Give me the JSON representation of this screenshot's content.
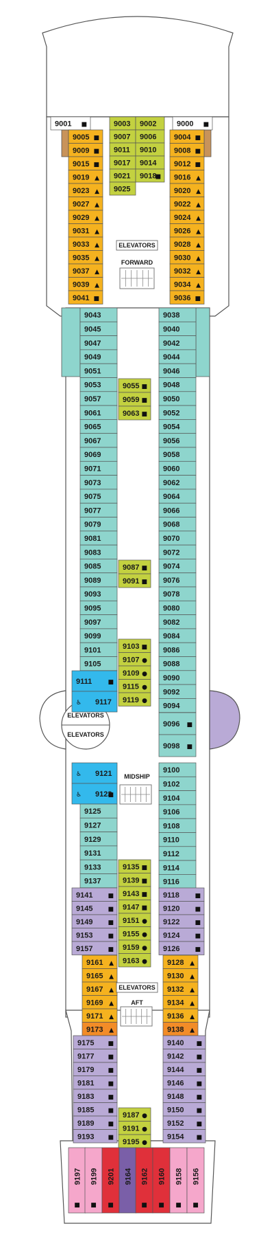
{
  "colors": {
    "orange": "#f5b21f",
    "teal": "#8ed5cd",
    "green": "#c3d140",
    "blue": "#33b9ec",
    "lavender": "#b9aad6",
    "deep_orange": "#f28c28",
    "pink": "#f5a7cb",
    "red": "#e0303a",
    "purple": "#7a5fa8",
    "brown": "#c8935a",
    "light_green": "#dfe9a8",
    "white": "#ffffff",
    "outline": "#555555"
  },
  "labels": {
    "elevators_forward": "ELEVATORS",
    "forward": "FORWARD",
    "elevators_mid_top": "ELEVATORS",
    "elevators_mid_bottom": "ELEVATORS",
    "midship": "MIDSHIP",
    "elevators_aft": "ELEVATORS",
    "aft": "AFT"
  },
  "cabins": [
    {
      "id": "9001",
      "color": "white",
      "icons": "■"
    },
    {
      "id": "9000",
      "color": "white",
      "icons": "■"
    },
    {
      "id": "9003",
      "color": "green",
      "icons": ""
    },
    {
      "id": "9002",
      "color": "green",
      "icons": ""
    },
    {
      "id": "9007",
      "color": "green",
      "icons": ""
    },
    {
      "id": "9006",
      "color": "green",
      "icons": ""
    },
    {
      "id": "9011",
      "color": "green",
      "icons": ""
    },
    {
      "id": "9010",
      "color": "green",
      "icons": ""
    },
    {
      "id": "9017",
      "color": "green",
      "icons": ""
    },
    {
      "id": "9014",
      "color": "green",
      "icons": ""
    },
    {
      "id": "9021",
      "color": "green",
      "icons": ""
    },
    {
      "id": "9018",
      "color": "green",
      "icons": "■"
    },
    {
      "id": "9025",
      "color": "green",
      "icons": ""
    },
    {
      "id": "9005",
      "color": "orange",
      "icons": "■"
    },
    {
      "id": "9009",
      "color": "orange",
      "icons": "■"
    },
    {
      "id": "9015",
      "color": "orange",
      "icons": "■"
    },
    {
      "id": "9019",
      "color": "orange",
      "icons": "▲"
    },
    {
      "id": "9023",
      "color": "orange",
      "icons": "▲"
    },
    {
      "id": "9027",
      "color": "orange",
      "icons": "▲"
    },
    {
      "id": "9029",
      "color": "orange",
      "icons": "▲"
    },
    {
      "id": "9031",
      "color": "orange",
      "icons": "▲"
    },
    {
      "id": "9033",
      "color": "orange",
      "icons": "▲"
    },
    {
      "id": "9035",
      "color": "orange",
      "icons": "▲"
    },
    {
      "id": "9037",
      "color": "orange",
      "icons": "▲"
    },
    {
      "id": "9039",
      "color": "orange",
      "icons": "▲"
    },
    {
      "id": "9041",
      "color": "orange",
      "icons": "■"
    },
    {
      "id": "9004",
      "color": "orange",
      "icons": "■"
    },
    {
      "id": "9008",
      "color": "orange",
      "icons": "■"
    },
    {
      "id": "9012",
      "color": "orange",
      "icons": "■"
    },
    {
      "id": "9016",
      "color": "orange",
      "icons": "▲"
    },
    {
      "id": "9020",
      "color": "orange",
      "icons": "▲"
    },
    {
      "id": "9022",
      "color": "orange",
      "icons": "▲"
    },
    {
      "id": "9024",
      "color": "orange",
      "icons": "▲"
    },
    {
      "id": "9026",
      "color": "orange",
      "icons": "▲"
    },
    {
      "id": "9028",
      "color": "orange",
      "icons": "▲"
    },
    {
      "id": "9030",
      "color": "orange",
      "icons": "▲"
    },
    {
      "id": "9032",
      "color": "orange",
      "icons": "▲"
    },
    {
      "id": "9034",
      "color": "orange",
      "icons": "▲"
    },
    {
      "id": "9036",
      "color": "orange",
      "icons": "■"
    },
    {
      "id": "9043",
      "color": "teal",
      "icons": ""
    },
    {
      "id": "9045",
      "color": "teal",
      "icons": ""
    },
    {
      "id": "9047",
      "color": "teal",
      "icons": ""
    },
    {
      "id": "9049",
      "color": "teal",
      "icons": ""
    },
    {
      "id": "9051",
      "color": "teal",
      "icons": ""
    },
    {
      "id": "9053",
      "color": "teal",
      "icons": ""
    },
    {
      "id": "9057",
      "color": "teal",
      "icons": ""
    },
    {
      "id": "9061",
      "color": "teal",
      "icons": ""
    },
    {
      "id": "9065",
      "color": "teal",
      "icons": ""
    },
    {
      "id": "9067",
      "color": "teal",
      "icons": ""
    },
    {
      "id": "9069",
      "color": "teal",
      "icons": ""
    },
    {
      "id": "9071",
      "color": "teal",
      "icons": ""
    },
    {
      "id": "9073",
      "color": "teal",
      "icons": ""
    },
    {
      "id": "9075",
      "color": "teal",
      "icons": ""
    },
    {
      "id": "9077",
      "color": "teal",
      "icons": ""
    },
    {
      "id": "9079",
      "color": "teal",
      "icons": ""
    },
    {
      "id": "9081",
      "color": "teal",
      "icons": ""
    },
    {
      "id": "9083",
      "color": "teal",
      "icons": ""
    },
    {
      "id": "9085",
      "color": "teal",
      "icons": ""
    },
    {
      "id": "9089",
      "color": "teal",
      "icons": ""
    },
    {
      "id": "9093",
      "color": "teal",
      "icons": ""
    },
    {
      "id": "9095",
      "color": "teal",
      "icons": ""
    },
    {
      "id": "9097",
      "color": "teal",
      "icons": ""
    },
    {
      "id": "9099",
      "color": "teal",
      "icons": ""
    },
    {
      "id": "9101",
      "color": "teal",
      "icons": ""
    },
    {
      "id": "9105",
      "color": "teal",
      "icons": ""
    },
    {
      "id": "9111",
      "color": "blue",
      "icons": "■"
    },
    {
      "id": "9117",
      "color": "blue",
      "icons": ""
    },
    {
      "id": "9038",
      "color": "teal",
      "icons": ""
    },
    {
      "id": "9040",
      "color": "teal",
      "icons": ""
    },
    {
      "id": "9042",
      "color": "teal",
      "icons": ""
    },
    {
      "id": "9044",
      "color": "teal",
      "icons": ""
    },
    {
      "id": "9046",
      "color": "teal",
      "icons": ""
    },
    {
      "id": "9048",
      "color": "teal",
      "icons": ""
    },
    {
      "id": "9050",
      "color": "teal",
      "icons": ""
    },
    {
      "id": "9052",
      "color": "teal",
      "icons": ""
    },
    {
      "id": "9054",
      "color": "teal",
      "icons": ""
    },
    {
      "id": "9056",
      "color": "teal",
      "icons": ""
    },
    {
      "id": "9058",
      "color": "teal",
      "icons": ""
    },
    {
      "id": "9060",
      "color": "teal",
      "icons": ""
    },
    {
      "id": "9062",
      "color": "teal",
      "icons": ""
    },
    {
      "id": "9064",
      "color": "teal",
      "icons": ""
    },
    {
      "id": "9066",
      "color": "teal",
      "icons": ""
    },
    {
      "id": "9068",
      "color": "teal",
      "icons": ""
    },
    {
      "id": "9070",
      "color": "teal",
      "icons": ""
    },
    {
      "id": "9072",
      "color": "teal",
      "icons": ""
    },
    {
      "id": "9074",
      "color": "teal",
      "icons": ""
    },
    {
      "id": "9076",
      "color": "teal",
      "icons": ""
    },
    {
      "id": "9078",
      "color": "teal",
      "icons": ""
    },
    {
      "id": "9080",
      "color": "teal",
      "icons": ""
    },
    {
      "id": "9082",
      "color": "teal",
      "icons": ""
    },
    {
      "id": "9084",
      "color": "teal",
      "icons": ""
    },
    {
      "id": "9086",
      "color": "teal",
      "icons": ""
    },
    {
      "id": "9088",
      "color": "teal",
      "icons": ""
    },
    {
      "id": "9090",
      "color": "teal",
      "icons": ""
    },
    {
      "id": "9092",
      "color": "teal",
      "icons": ""
    },
    {
      "id": "9094",
      "color": "teal",
      "icons": ""
    },
    {
      "id": "9096",
      "color": "teal",
      "icons": "■"
    },
    {
      "id": "9098",
      "color": "teal",
      "icons": "■"
    },
    {
      "id": "9055",
      "color": "green",
      "icons": "■"
    },
    {
      "id": "9059",
      "color": "green",
      "icons": "■"
    },
    {
      "id": "9063",
      "color": "green",
      "icons": "■"
    },
    {
      "id": "9087",
      "color": "green",
      "icons": "■"
    },
    {
      "id": "9091",
      "color": "green",
      "icons": "■"
    },
    {
      "id": "9103",
      "color": "green",
      "icons": "■"
    },
    {
      "id": "9107",
      "color": "green",
      "icons": "●"
    },
    {
      "id": "9109",
      "color": "green",
      "icons": "●"
    },
    {
      "id": "9115",
      "color": "green",
      "icons": "●"
    },
    {
      "id": "9119",
      "color": "green",
      "icons": "●"
    },
    {
      "id": "9121",
      "color": "blue",
      "icons": ""
    },
    {
      "id": "9123",
      "color": "blue",
      "icons": "■"
    },
    {
      "id": "9125",
      "color": "teal",
      "icons": ""
    },
    {
      "id": "9127",
      "color": "teal",
      "icons": ""
    },
    {
      "id": "9129",
      "color": "teal",
      "icons": ""
    },
    {
      "id": "9131",
      "color": "teal",
      "icons": ""
    },
    {
      "id": "9133",
      "color": "teal",
      "icons": ""
    },
    {
      "id": "9137",
      "color": "teal",
      "icons": ""
    },
    {
      "id": "9100",
      "color": "teal",
      "icons": ""
    },
    {
      "id": "9102",
      "color": "teal",
      "icons": ""
    },
    {
      "id": "9104",
      "color": "teal",
      "icons": ""
    },
    {
      "id": "9106",
      "color": "teal",
      "icons": ""
    },
    {
      "id": "9108",
      "color": "teal",
      "icons": ""
    },
    {
      "id": "9110",
      "color": "teal",
      "icons": ""
    },
    {
      "id": "9112",
      "color": "teal",
      "icons": ""
    },
    {
      "id": "9114",
      "color": "teal",
      "icons": ""
    },
    {
      "id": "9116",
      "color": "teal",
      "icons": ""
    },
    {
      "id": "9135",
      "color": "green",
      "icons": "■"
    },
    {
      "id": "9139",
      "color": "green",
      "icons": "■"
    },
    {
      "id": "9143",
      "color": "green",
      "icons": "■"
    },
    {
      "id": "9147",
      "color": "green",
      "icons": "■"
    },
    {
      "id": "9151",
      "color": "green",
      "icons": "●"
    },
    {
      "id": "9155",
      "color": "green",
      "icons": "●"
    },
    {
      "id": "9159",
      "color": "green",
      "icons": "●"
    },
    {
      "id": "9163",
      "color": "green",
      "icons": "●"
    },
    {
      "id": "9141",
      "color": "lavender",
      "icons": "■"
    },
    {
      "id": "9145",
      "color": "lavender",
      "icons": "■"
    },
    {
      "id": "9149",
      "color": "lavender",
      "icons": "■"
    },
    {
      "id": "9153",
      "color": "lavender",
      "icons": "■"
    },
    {
      "id": "9157",
      "color": "lavender",
      "icons": "■"
    },
    {
      "id": "9118",
      "color": "lavender",
      "icons": "■"
    },
    {
      "id": "9120",
      "color": "lavender",
      "icons": "■"
    },
    {
      "id": "9122",
      "color": "lavender",
      "icons": "■"
    },
    {
      "id": "9124",
      "color": "lavender",
      "icons": "■"
    },
    {
      "id": "9126",
      "color": "lavender",
      "icons": "■"
    },
    {
      "id": "9161",
      "color": "orange",
      "icons": "▲"
    },
    {
      "id": "9165",
      "color": "orange",
      "icons": "▲"
    },
    {
      "id": "9167",
      "color": "orange",
      "icons": "▲"
    },
    {
      "id": "9169",
      "color": "orange",
      "icons": "▲"
    },
    {
      "id": "9171",
      "color": "orange",
      "icons": "▲"
    },
    {
      "id": "9173",
      "color": "deep_orange",
      "icons": "▲"
    },
    {
      "id": "9128",
      "color": "orange",
      "icons": "▲"
    },
    {
      "id": "9130",
      "color": "orange",
      "icons": "▲"
    },
    {
      "id": "9132",
      "color": "orange",
      "icons": "▲"
    },
    {
      "id": "9134",
      "color": "orange",
      "icons": "▲"
    },
    {
      "id": "9136",
      "color": "orange",
      "icons": "▲"
    },
    {
      "id": "9138",
      "color": "deep_orange",
      "icons": "▲"
    },
    {
      "id": "9175",
      "color": "lavender",
      "icons": "■"
    },
    {
      "id": "9177",
      "color": "lavender",
      "icons": "■"
    },
    {
      "id": "9179",
      "color": "lavender",
      "icons": "■"
    },
    {
      "id": "9181",
      "color": "lavender",
      "icons": "■"
    },
    {
      "id": "9183",
      "color": "lavender",
      "icons": "■"
    },
    {
      "id": "9185",
      "color": "lavender",
      "icons": "■"
    },
    {
      "id": "9189",
      "color": "lavender",
      "icons": "■"
    },
    {
      "id": "9193",
      "color": "lavender",
      "icons": "■"
    },
    {
      "id": "9140",
      "color": "lavender",
      "icons": "■"
    },
    {
      "id": "9142",
      "color": "lavender",
      "icons": "■"
    },
    {
      "id": "9144",
      "color": "lavender",
      "icons": "■"
    },
    {
      "id": "9146",
      "color": "lavender",
      "icons": "■"
    },
    {
      "id": "9148",
      "color": "lavender",
      "icons": "■"
    },
    {
      "id": "9150",
      "color": "lavender",
      "icons": "■"
    },
    {
      "id": "9152",
      "color": "lavender",
      "icons": "■"
    },
    {
      "id": "9154",
      "color": "lavender",
      "icons": "■"
    },
    {
      "id": "9187",
      "color": "green",
      "icons": "●"
    },
    {
      "id": "9191",
      "color": "green",
      "icons": "●"
    },
    {
      "id": "9195",
      "color": "green",
      "icons": "●"
    },
    {
      "id": "9197",
      "color": "pink",
      "icons": "■"
    },
    {
      "id": "9199",
      "color": "pink",
      "icons": "■"
    },
    {
      "id": "9201",
      "color": "red",
      "icons": "■"
    },
    {
      "id": "9164",
      "color": "purple",
      "icons": ""
    },
    {
      "id": "9162",
      "color": "red",
      "icons": "■"
    },
    {
      "id": "9160",
      "color": "red",
      "icons": "■"
    },
    {
      "id": "9158",
      "color": "pink",
      "icons": "■"
    },
    {
      "id": "9156",
      "color": "pink",
      "icons": "■"
    }
  ]
}
